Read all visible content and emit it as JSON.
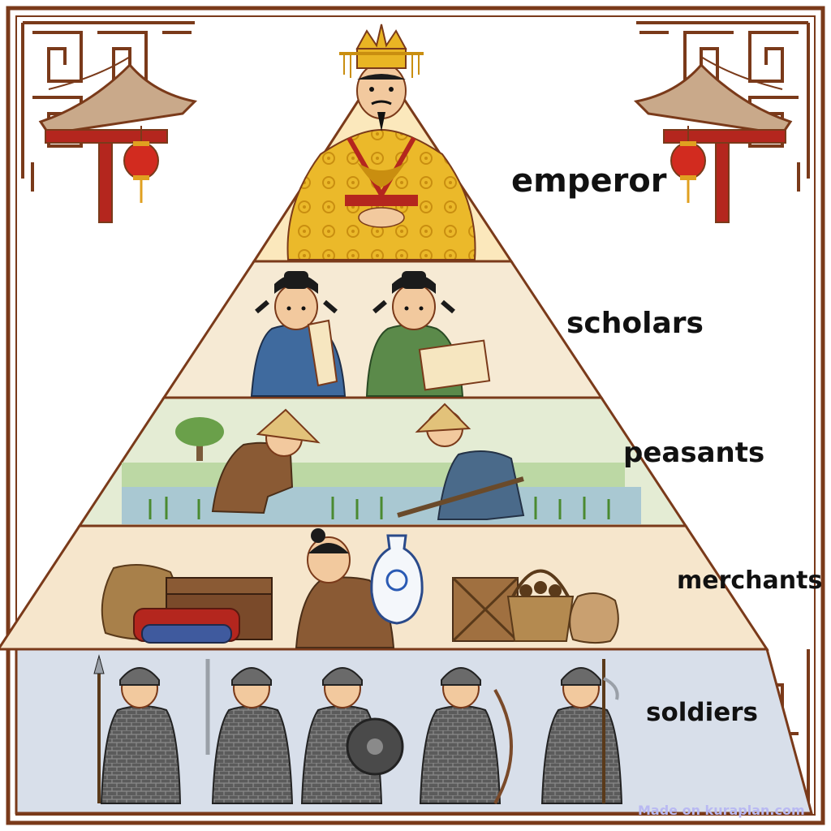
{
  "diagram": {
    "tiers": [
      {
        "label": "emperor"
      },
      {
        "label": "scholars"
      },
      {
        "label": "peasants"
      },
      {
        "label": "merchants"
      },
      {
        "label": "soldiers"
      }
    ]
  },
  "watermark": "Made on kuraplan.com",
  "colors": {
    "frame": "#7a3a1a",
    "tier_emperor": "#fbe8bc",
    "tier_scholars": "#f6ead4",
    "tier_peasants": "#e4ecd4",
    "tier_merchants": "#f6e6cc",
    "tier_soldiers": "#d8dfea",
    "pagoda_red": "#b4261e",
    "roof": "#c9a98a",
    "lantern": "#d22b1f",
    "gold_robe": "#e9b524"
  }
}
